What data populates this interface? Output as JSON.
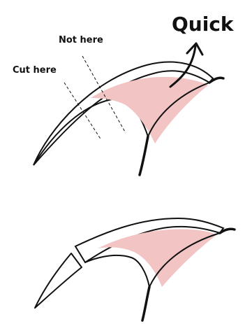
{
  "labels": {
    "quick": "Quick",
    "not_here": "Not here",
    "cut_here": "Cut here"
  },
  "colors": {
    "quick": "#f2c4c4",
    "outline": "#111111",
    "background": "#ffffff"
  }
}
